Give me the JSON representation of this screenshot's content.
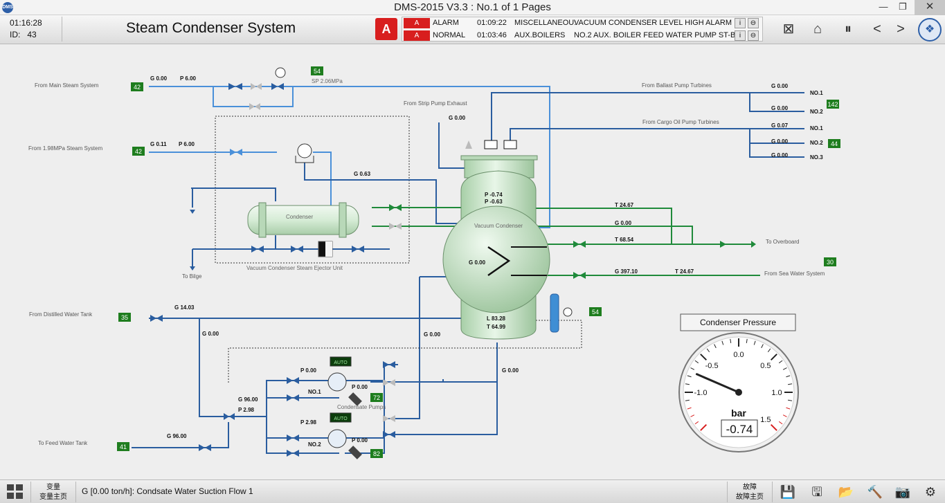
{
  "window": {
    "title": "DMS-2015 V3.3 : No.1 of 1 Pages",
    "app_icon_text": "DMS",
    "minimize_glyph": "—",
    "maximize_glyph": "❐",
    "close_glyph": "✕"
  },
  "header": {
    "clock": "01:16:28",
    "id_label": "ID:",
    "id_value": "43",
    "title": "Steam Condenser System",
    "alarm_button_label": "A",
    "alarms": [
      {
        "flag": "A",
        "state": "ALARM",
        "time": "01:09:22",
        "group": "MISCELLANEOU:",
        "desc": "VACUUM CONDENSER LEVEL HIGH ALARM"
      },
      {
        "flag": "A",
        "state": "NORMAL",
        "time": "01:03:46",
        "group": "AUX.BOILERS",
        "desc": "NO.2 AUX. BOILER FEED WATER PUMP ST-BY"
      }
    ],
    "alarm_info_glyph": "i",
    "alarm_ack_glyph": "⊖",
    "icons": {
      "mute": "⊠",
      "home": "⌂",
      "pause": "⏸",
      "prev": "<",
      "next": ">",
      "logo": "❖"
    }
  },
  "diagram": {
    "sources": {
      "main_steam": "From Main Steam System",
      "steam_198": "From 1.98MPa Steam System",
      "strip_pump": "From Strip Pump Exhaust",
      "ballast": "From Ballast Pump Turbines",
      "cargo_oil": "From Cargo Oil Pump Turbines",
      "distilled_water": "From Distilled Water Tank",
      "feed_water": "To Feed Water Tank",
      "overboard": "To Overboard",
      "sea_water": "From Sea Water System",
      "bilge": "To Bilge"
    },
    "tags": {
      "main_steam": "42",
      "steam_198": "42",
      "sp_valve": "54",
      "ballast": "142",
      "cargo_oil": "44",
      "sea_water": "30",
      "distilled": "35",
      "level": "54",
      "pump1": "72",
      "pump2": "82",
      "feed": "41"
    },
    "equipment": {
      "condenser": "Condenser",
      "vacuum_condenser": "Vacuum Condenser",
      "ejector_unit": "Vacuum Condenser Steam Ejector Unit",
      "condensate_pumps": "Condensate Pumps",
      "pump1": "NO.1",
      "pump2": "NO.2",
      "auto": "AUTO",
      "sp": "SP 2.06MPa"
    },
    "ballast_units": [
      "NO.1",
      "NO.2"
    ],
    "cargo_units": [
      "NO.1",
      "NO.2",
      "NO.3"
    ],
    "readings": {
      "main_g": "G 0.00",
      "main_p": "P 6.00",
      "s198_g": "G 0.11",
      "s198_p": "P 6.00",
      "strip_g": "G 0.00",
      "ballast_g1": "G 0.00",
      "ballast_g2": "G 0.00",
      "cargo_g1": "G 0.07",
      "cargo_g2": "G 0.00",
      "cargo_g3": "G 0.00",
      "ejector_g": "G 0.63",
      "cond_p1": "P -0.74",
      "cond_p2": "P -0.63",
      "cw_out_t": "T 24.67",
      "cw_g": "G 0.00",
      "ovb_t": "T 68.54",
      "inner_g": "G 0.00",
      "sw_g": "G 397.10",
      "sw_t": "T 24.67",
      "level_l": "L 83.28",
      "level_t": "T 64.99",
      "dist_g": "G 14.03",
      "dist_branch_g": "G 0.00",
      "suction_g": "G 0.00",
      "return_g": "G 0.00",
      "pump1_p": "P 0.00",
      "pump1_out_p": "P 0.00",
      "pump2_p": "P 2.98",
      "pump2_out_p": "P 0.00",
      "mix_g": "G 96.00",
      "mix_p": "P 2.98",
      "feed_g": "G 96.00"
    },
    "gauge": {
      "title": "Condenser Pressure",
      "unit": "bar",
      "value": -0.74,
      "value_text": "-0.74",
      "min": -1.5,
      "max": 1.5,
      "ticks": [
        "-1.0",
        "-0.5",
        "0.0",
        "0.5",
        "1.0",
        "1.5"
      ]
    }
  },
  "statusbar": {
    "var_label_cn": "变量",
    "var_home_cn": "变量主页",
    "status_text": "G [0.00 ton/h]:  Condsate Water Suction Flow 1",
    "fault_cn": "故障",
    "fault_home_cn": "故障主页",
    "icons": {
      "save": "💾",
      "save_as": "🖫",
      "open": "📂",
      "tool": "🔨",
      "camera": "📷",
      "settings": "⚙"
    }
  },
  "colors": {
    "steam_pipe": "#4a90d9",
    "water_pipe": "#2a5d9f",
    "cooling_pipe": "#1f8a3a",
    "vessel": "#cfe8cf",
    "tag_bg": "#1e7d1e",
    "alarm_red": "#d81e1e"
  }
}
